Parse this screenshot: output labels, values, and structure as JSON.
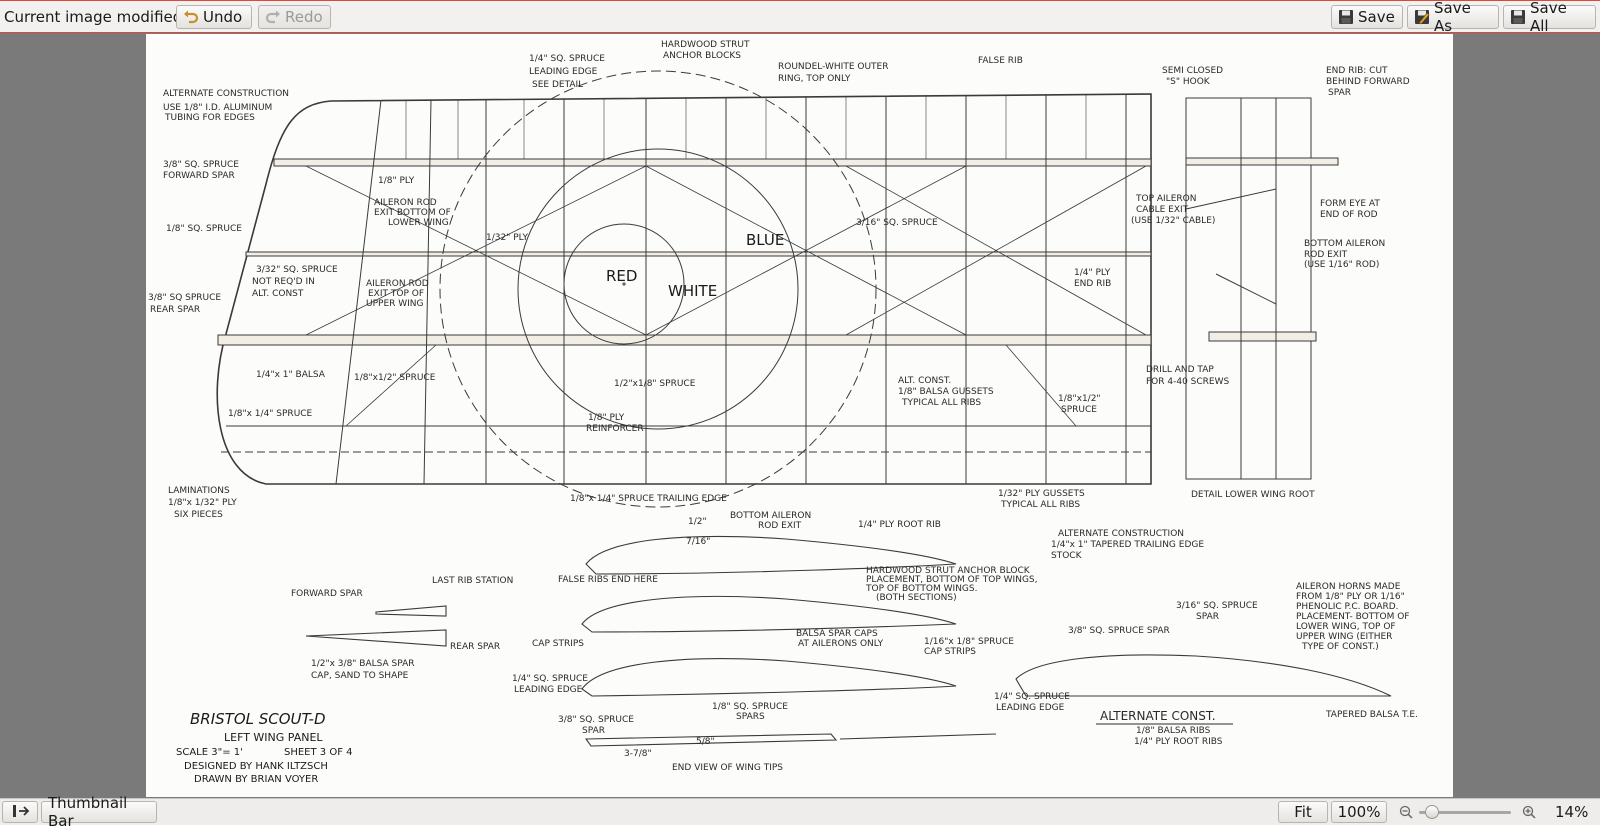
{
  "toolbar": {
    "status": "Current image modified",
    "undo_label": "Undo",
    "redo_label": "Redo",
    "save_label": "Save",
    "save_as_label": "Save As",
    "save_all_label": "Save All"
  },
  "drawing": {
    "title": "BRISTOL SCOUT-D",
    "subtitle": "LEFT WING PANEL",
    "scale": "SCALE 3\"= 1'",
    "sheet": "SHEET 3 OF 4",
    "designed_by": "DESIGNED BY HANK ILTZSCH",
    "drawn_by": "DRAWN BY BRIAN VOYER",
    "roundel": {
      "red": "RED",
      "white": "WHITE",
      "blue": "BLUE"
    },
    "labels": {
      "alt_construction": "ALTERNATE CONSTRUCTION",
      "alt_construction_2": "USE 1/8\" I.D. ALUMINUM",
      "alt_construction_3": "TUBING FOR EDGES",
      "leading_edge_1": "1/4\" SQ. SPRUCE",
      "leading_edge_2": "LEADING EDGE",
      "leading_edge_3": "SEE DETAIL",
      "strut_anchor_1": "HARDWOOD STRUT",
      "strut_anchor_2": "ANCHOR BLOCKS",
      "roundel_ring_1": "ROUNDEL-WHITE OUTER",
      "roundel_ring_2": "RING, TOP ONLY",
      "false_rib": "FALSE RIB",
      "semi_closed_1": "SEMI CLOSED",
      "semi_closed_2": "\"S\" HOOK",
      "end_rib_1": "END RIB: CUT",
      "end_rib_2": "BEHIND FORWARD",
      "end_rib_3": "SPAR",
      "fwd_spar_1": "3/8\" SQ. SPRUCE",
      "fwd_spar_2": "FORWARD SPAR",
      "ply_18": "1/8\" PLY",
      "aileron_rod_1": "AILERON ROD",
      "aileron_rod_2": "EXIT BOTTOM OF",
      "aileron_rod_3": "LOWER WING",
      "sq_spruce_18": "1/8\" SQ. SPRUCE",
      "ply_132": "1/32\" PLY",
      "sq_spruce_332_1": "3/32\" SQ. SPRUCE",
      "sq_spruce_332_2": "NOT REQ'D IN",
      "sq_spruce_332_3": "ALT. CONST",
      "aileron_rod_top_1": "AILERON ROD",
      "aileron_rod_top_2": "EXIT TOP OF",
      "aileron_rod_top_3": "UPPER WING",
      "rear_spar_1": "3/8\" SQ SPRUCE",
      "rear_spar_2": "REAR SPAR",
      "sq_spruce_316": "3/16\" SQ. SPRUCE",
      "top_aileron_1": "TOP AILERON",
      "top_aileron_2": "CABLE EXIT",
      "top_aileron_3": "(USE 1/32\" CABLE)",
      "form_eye_1": "FORM EYE AT",
      "form_eye_2": "END OF ROD",
      "bottom_aileron_1": "BOTTOM AILERON",
      "bottom_aileron_2": "ROD EXIT",
      "bottom_aileron_3": "(USE 1/16\" ROD)",
      "end_rib_ply_1": "1/4\" PLY",
      "end_rib_ply_2": "END RIB",
      "balsa_14x1": "1/4\"x 1\" BALSA",
      "spruce_18x12": "1/8\"x1/2\" SPRUCE",
      "spruce_12x18": "1/2\"x1/8\" SPRUCE",
      "spruce_18x14": "1/8\"x 1/4\" SPRUCE",
      "ply_reinforcer_1": "1/8\" PLY",
      "ply_reinforcer_2": "REINFORCER",
      "alt_const_gussets_1": "ALT. CONST.",
      "alt_const_gussets_2": "1/8\" BALSA GUSSETS",
      "alt_const_gussets_3": "TYPICAL ALL RIBS",
      "spruce_18x12_b_1": "1/8\"x1/2\"",
      "spruce_18x12_b_2": "SPRUCE",
      "drill_tap_1": "DRILL AND TAP",
      "drill_tap_2": "FOR 4-40 SCREWS",
      "laminations_1": "LAMINATIONS",
      "laminations_2": "1/8\"x 1/32\" PLY",
      "laminations_3": "SIX PIECES",
      "trailing_edge": "1/8\"x 1/4\" SPRUCE TRAILING EDGE",
      "ply_gussets_1": "1/32\" PLY GUSSETS",
      "ply_gussets_2": "TYPICAL ALL RIBS",
      "detail_lower_root": "DETAIL LOWER WING ROOT",
      "half_inch": "1/2\"",
      "seven_16": "7/16\"",
      "bottom_aileron_exit_1": "BOTTOM AILERON",
      "bottom_aileron_exit_2": "ROD EXIT",
      "root_rib": "1/4\" PLY ROOT RIB",
      "alt_trailing_1": "ALTERNATE CONSTRUCTION",
      "alt_trailing_2": "1/4\"x 1\" TAPERED TRAILING EDGE",
      "alt_trailing_3": "STOCK",
      "forward_spar": "FORWARD SPAR",
      "last_rib": "LAST RIB STATION",
      "false_ribs_end": "FALSE RIBS END HERE",
      "strut_block_1": "HARDWOOD STRUT ANCHOR BLOCK",
      "strut_block_2": "PLACEMENT, BOTTOM OF TOP WINGS,",
      "strut_block_3": "TOP OF BOTTOM WINGS.",
      "strut_block_4": "(BOTH SECTIONS)",
      "rear_spar": "REAR SPAR",
      "balsa_spar_1": "1/2\"x 3/8\" BALSA  SPAR",
      "balsa_spar_2": "CAP, SAND TO SHAPE",
      "cap_strips": "CAP STRIPS",
      "balsa_spar_caps_1": "BALSA SPAR CAPS",
      "balsa_spar_caps_2": "AT AILERONS ONLY",
      "cap_strips_2_1": "1/16\"x 1/8\" SPRUCE",
      "cap_strips_2_2": "CAP STRIPS",
      "le_14_1": "1/4\" SQ. SPRUCE",
      "le_14_2": "LEADING EDGE",
      "spars_38_1": "3/8\" SQ. SPRUCE",
      "spars_38_2": "SPAR",
      "spars_18_1": "1/8\" SQ. SPRUCE",
      "spars_18_2": "SPARS",
      "five_8": "5/8\"",
      "three_78": "3-7/8\"",
      "end_view": "END VIEW OF WING TIPS",
      "alt_sq_spruce_1": "3/16\" SQ. SPRUCE",
      "alt_sq_spruce_2": "SPAR",
      "alt_spar": "3/8\" SQ. SPRUCE SPAR",
      "aileron_horns_1": "AILERON HORNS MADE",
      "aileron_horns_2": "FROM 1/8\" PLY OR 1/16\"",
      "aileron_horns_3": "PHENOLIC P.C. BOARD.",
      "aileron_horns_4": "PLACEMENT- BOTTOM OF",
      "aileron_horns_5": "LOWER WING, TOP OF",
      "aileron_horns_6": "UPPER WING (EITHER",
      "aileron_horns_7": "TYPE OF CONST.)",
      "alt_le_1": "1/4\" SQ. SPRUCE",
      "alt_le_2": "LEADING EDGE",
      "alt_const_title": "ALTERNATE CONST.",
      "alt_const_ribs_1": "1/8\" BALSA RIBS",
      "alt_const_ribs_2": "1/4\" PLY ROOT RIBS",
      "tapered": "TAPERED BALSA T.E."
    }
  },
  "bottombar": {
    "thumbnail_label": "Thumbnail Bar",
    "fit_label": "Fit",
    "zoom_100_label": "100%",
    "zoom_percent": "14%",
    "zoom_slider_value": 0.14
  },
  "icons": {
    "undo": "undo-icon",
    "redo": "redo-icon",
    "save": "save-icon",
    "save_as": "save-as-icon",
    "sidebar": "sidebar-toggle-icon",
    "zoom_out": "zoom-out-icon",
    "zoom_in": "zoom-in-icon"
  }
}
